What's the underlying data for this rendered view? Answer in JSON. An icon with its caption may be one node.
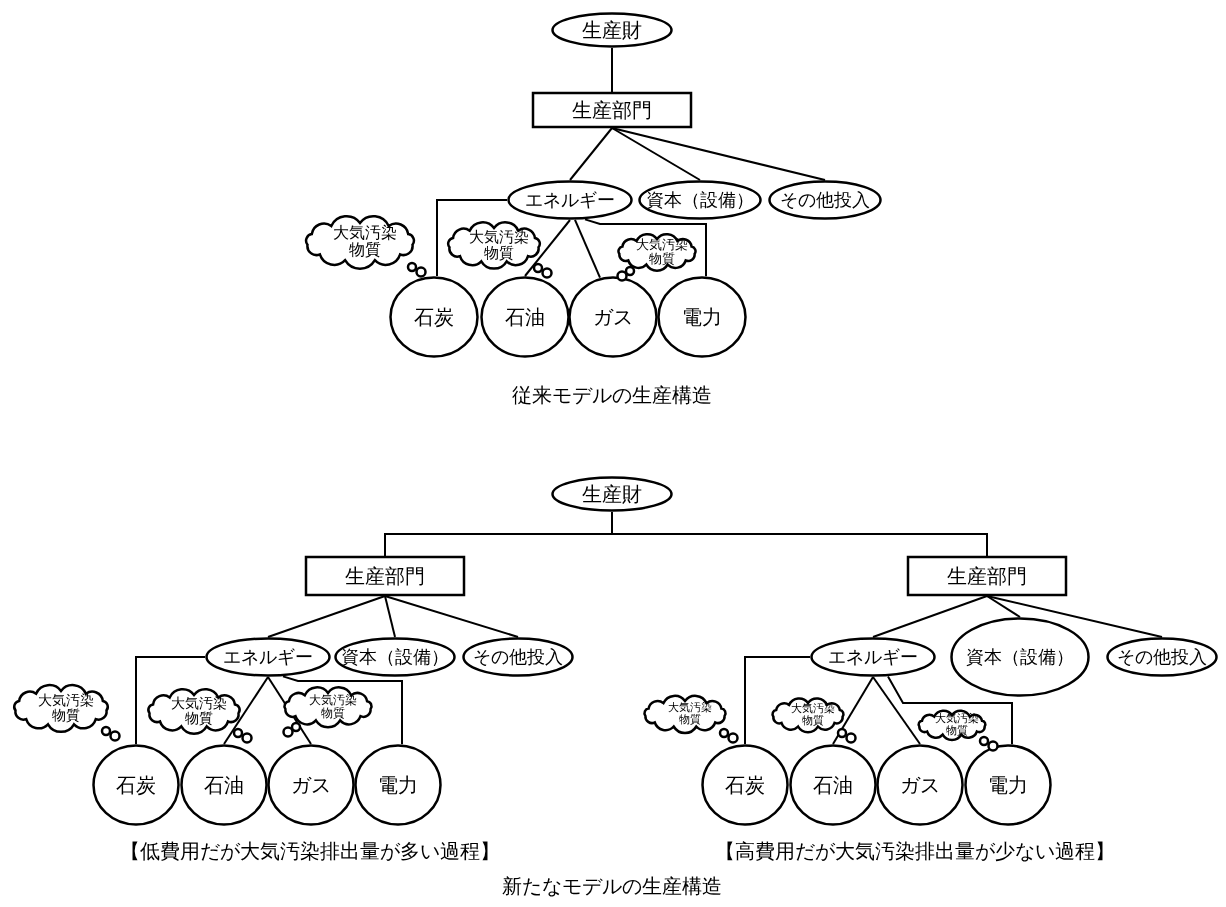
{
  "diagram": {
    "nodes": [
      {
        "text": [
          "生産財"
        ]
      },
      {
        "text": [
          "生産部門"
        ]
      },
      {
        "text": [
          "エネルギー"
        ]
      },
      {
        "text": [
          "資本（設備）"
        ]
      },
      {
        "text": [
          "その他投入"
        ]
      },
      {
        "text": [
          "大気汚染物質"
        ]
      },
      {
        "text": [
          "大気汚染物質"
        ]
      },
      {
        "text": [
          "大気汚染物質"
        ]
      },
      {
        "text": [
          "石炭"
        ]
      },
      {
        "text": [
          "石油"
        ]
      },
      {
        "text": [
          "ガス"
        ]
      },
      {
        "text": [
          "電力"
        ]
      },
      {
        "text": [
          "生産財"
        ]
      },
      {
        "text": [
          "生産部門"
        ]
      },
      {
        "text": [
          "生産部門"
        ]
      },
      {
        "text": [
          "エネルギー"
        ]
      },
      {
        "text": [
          "資本（設備）"
        ]
      },
      {
        "text": [
          "その他投入"
        ]
      },
      {
        "text": [
          "大気汚染物質"
        ]
      },
      {
        "text": [
          "大気汚染物質"
        ]
      },
      {
        "text": [
          "大気汚染物質"
        ]
      },
      {
        "text": [
          "石炭"
        ]
      },
      {
        "text": [
          "石油"
        ]
      },
      {
        "text": [
          "ガス"
        ]
      },
      {
        "text": [
          "電力"
        ]
      },
      {
        "text": [
          "エネルギー"
        ]
      },
      {
        "text": [
          "資本（設備）"
        ]
      },
      {
        "text": [
          "その他投入"
        ]
      },
      {
        "text": [
          "大気汚染物質"
        ]
      },
      {
        "text": [
          "大気汚染物質"
        ]
      },
      {
        "text": [
          "大気汚染物質"
        ]
      },
      {
        "text": [
          "石炭"
        ]
      },
      {
        "text": [
          "石油"
        ]
      },
      {
        "text": [
          "ガス"
        ]
      },
      {
        "text": [
          "電力"
        ]
      }
    ],
    "edges": [
      {
        "from": 0,
        "to": 1,
        "arrow": "none"
      },
      {
        "from": 1,
        "to": 2,
        "arrow": "none"
      },
      {
        "from": 1,
        "to": 3,
        "arrow": "none"
      },
      {
        "from": 1,
        "to": 4,
        "arrow": "none"
      },
      {
        "from": 2,
        "to": 8,
        "arrow": "none"
      },
      {
        "from": 2,
        "to": 9,
        "arrow": "none"
      },
      {
        "from": 2,
        "to": 10,
        "arrow": "none"
      },
      {
        "from": 2,
        "to": 11,
        "arrow": "none"
      },
      {
        "from": 12,
        "to": 13,
        "arrow": "none"
      },
      {
        "from": 12,
        "to": 14,
        "arrow": "none"
      },
      {
        "from": 13,
        "to": 15,
        "arrow": "none"
      },
      {
        "from": 13,
        "to": 16,
        "arrow": "none"
      },
      {
        "from": 13,
        "to": 17,
        "arrow": "none"
      },
      {
        "from": 15,
        "to": 21,
        "arrow": "none"
      },
      {
        "from": 15,
        "to": 22,
        "arrow": "none"
      },
      {
        "from": 15,
        "to": 23,
        "arrow": "none"
      },
      {
        "from": 15,
        "to": 24,
        "arrow": "none"
      },
      {
        "from": 14,
        "to": 25,
        "arrow": "none"
      },
      {
        "from": 14,
        "to": 26,
        "arrow": "none"
      },
      {
        "from": 14,
        "to": 27,
        "arrow": "none"
      },
      {
        "from": 25,
        "to": 31,
        "arrow": "none"
      },
      {
        "from": 25,
        "to": 32,
        "arrow": "none"
      },
      {
        "from": 25,
        "to": 33,
        "arrow": "none"
      },
      {
        "from": 25,
        "to": 34,
        "arrow": "none"
      }
    ],
    "labels": [
      "従来モデルの生産構造",
      "【低費用だが大気汚染排出量が多い過程】",
      "【高費用だが大気汚染排出量が少ない過程】",
      "新たなモデルの生産構造"
    ]
  }
}
